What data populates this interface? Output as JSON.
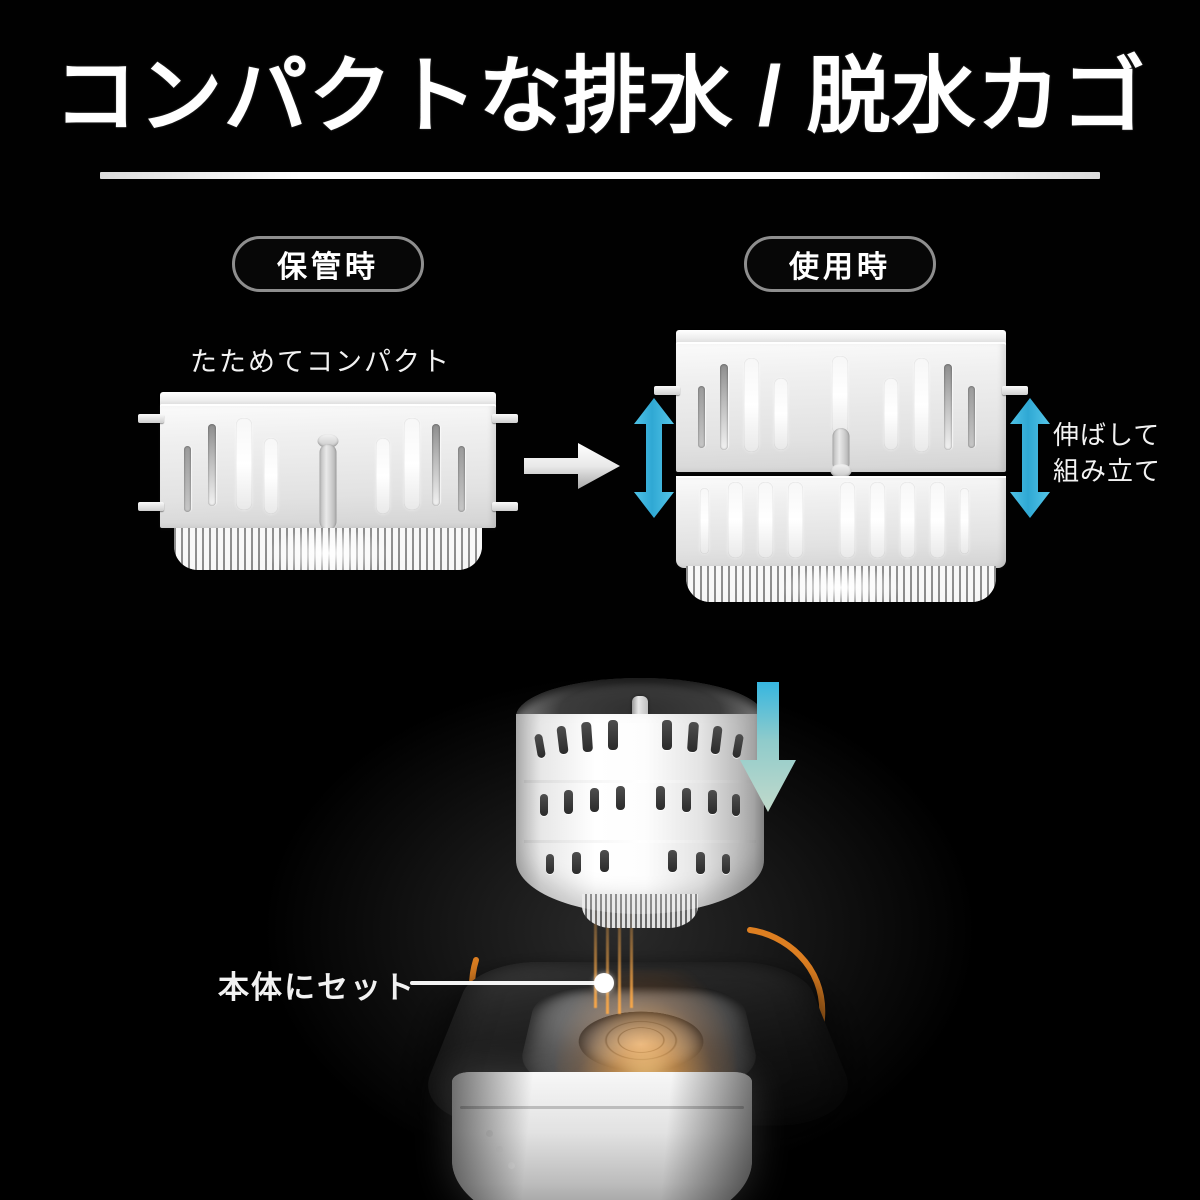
{
  "page": {
    "background_color": "#000000",
    "accent_cyan": "#3FB5DC",
    "accent_orange": "#E98522",
    "text_color": "#FFFFFF"
  },
  "title": {
    "text": "コンパクトな排水 / 脱水カゴ",
    "rule_color": "#FFFFFF"
  },
  "comparison": {
    "left": {
      "badge_label": "保管時",
      "caption": "たためてコンパクト",
      "product_name": "folded-drain-basket"
    },
    "right": {
      "badge_label": "使用時",
      "caption": "伸ばして\n組み立て",
      "caption_line1": "伸ばして",
      "caption_line2": "組み立て",
      "product_name": "extended-drain-basket"
    },
    "transition_arrow": {
      "direction": "right",
      "color": "#D6D6D6"
    },
    "extend_arrows": {
      "direction": "up-down",
      "color": "#3FB5DC",
      "count": 2
    }
  },
  "hero": {
    "caption": "本体にセット",
    "insert_arrow": {
      "direction": "down",
      "color_top": "#36B6E0",
      "color_bottom": "#B7D4C4"
    },
    "product_name": "spin-dryer-basket-insert",
    "machine_name": "portable-washing-machine",
    "cord_color": "#E98522"
  }
}
